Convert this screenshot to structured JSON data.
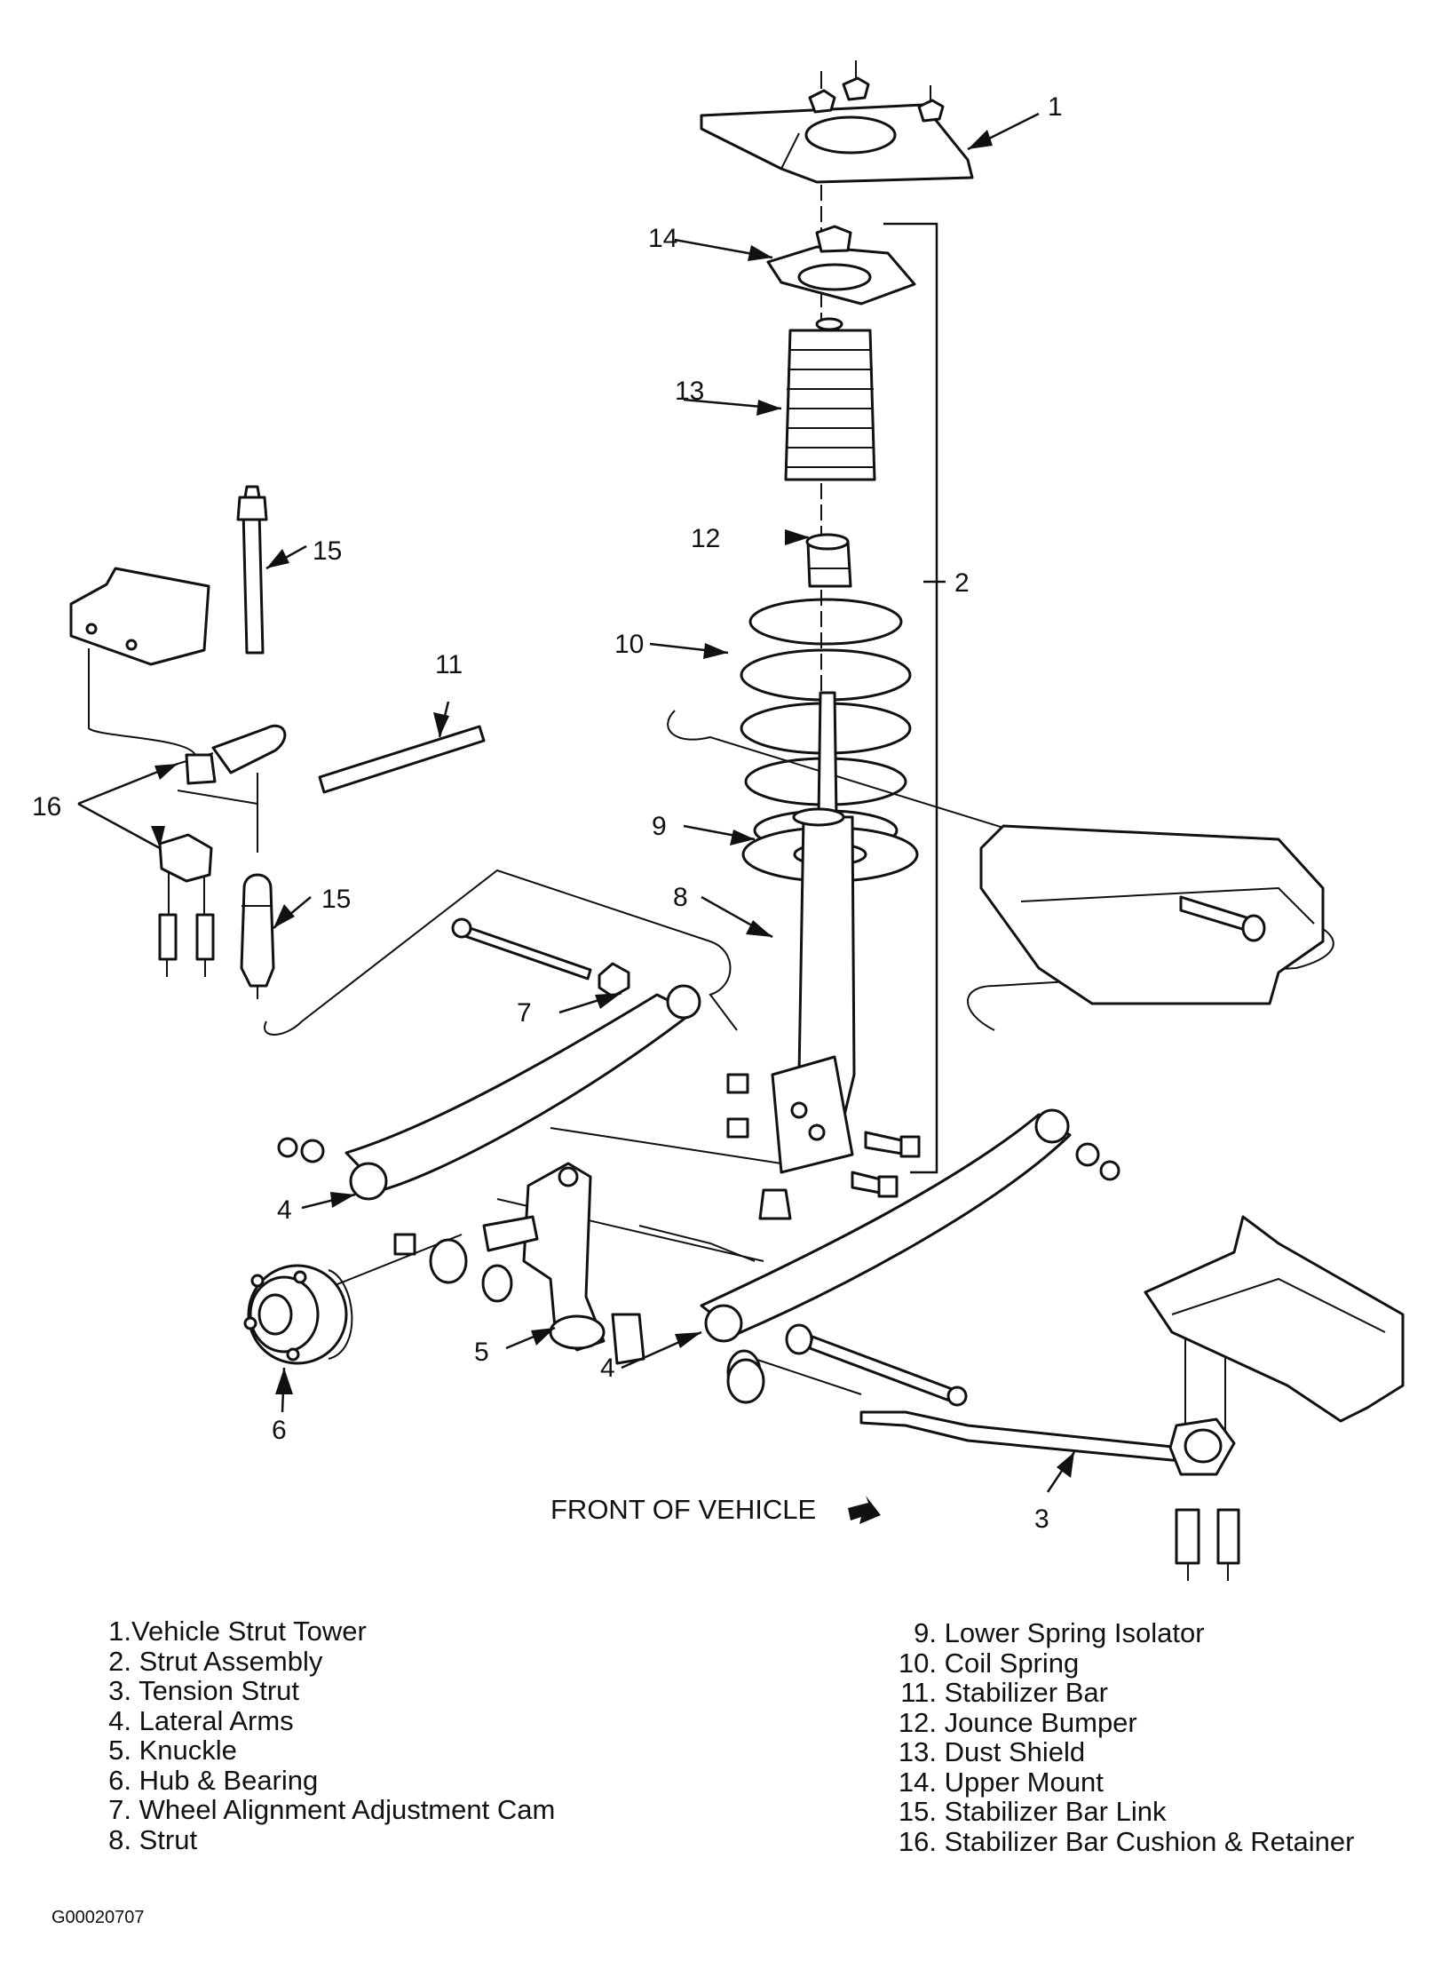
{
  "callouts": {
    "c1": "1",
    "c2": "2",
    "c3": "3",
    "c4a": "4",
    "c4b": "4",
    "c5": "5",
    "c6": "6",
    "c7": "7",
    "c8": "8",
    "c9": "9",
    "c10": "10",
    "c11": "11",
    "c12": "12",
    "c13": "13",
    "c14": "14",
    "c15a": "15",
    "c15b": "15",
    "c16": "16"
  },
  "front_of_vehicle": "FRONT OF VEHICLE",
  "legend": {
    "left": [
      {
        "num": "1.",
        "label": "Vehicle Strut Tower"
      },
      {
        "num": "2.",
        "label": "Strut Assembly"
      },
      {
        "num": "3.",
        "label": "Tension Strut"
      },
      {
        "num": "4.",
        "label": "Lateral Arms"
      },
      {
        "num": "5.",
        "label": "Knuckle"
      },
      {
        "num": "6.",
        "label": "Hub & Bearing"
      },
      {
        "num": "7.",
        "label": "Wheel Alignment Adjustment Cam"
      },
      {
        "num": "8.",
        "label": "Strut"
      }
    ],
    "right": [
      {
        "num": "9.",
        "label": "Lower Spring Isolator"
      },
      {
        "num": "10.",
        "label": "Coil Spring"
      },
      {
        "num": "11.",
        "label": "Stabilizer Bar"
      },
      {
        "num": "12.",
        "label": "Jounce Bumper"
      },
      {
        "num": "13.",
        "label": "Dust Shield"
      },
      {
        "num": "14.",
        "label": "Upper Mount"
      },
      {
        "num": "15.",
        "label": "Stabilizer Bar Link"
      },
      {
        "num": "16.",
        "label": "Stabilizer Bar Cushion & Retainer"
      }
    ]
  },
  "figure_id": "G00020707"
}
